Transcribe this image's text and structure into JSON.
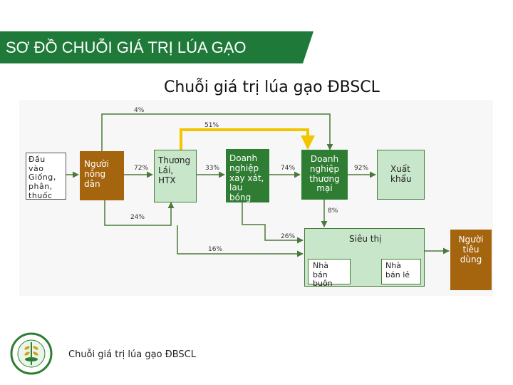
{
  "header": {
    "title": "SƠ ĐỒ CHUỖI GIÁ TRỊ LÚA GẠO",
    "bg_color": "#1f7a3a"
  },
  "diagram_title": "Chuỗi giá trị lúa gạo ĐBSCL",
  "nodes": {
    "inputs": "Đầu vào Giống, phân, thuốc",
    "farmers": "Người nông dân",
    "traders": "Thương Lái, HTX",
    "millers": "Doanh nghiệp xay xát, lau bóng",
    "trading_companies": "Doanh nghiệp thương mại",
    "export": "Xuất khẩu",
    "supermarket": "Siêu thị",
    "wholesalers": "Nhà bán buôn",
    "retailers": "Nhà bán lẻ",
    "consumers": "Người tiêu dùng"
  },
  "flows": {
    "farmer_to_trading_co": "4%",
    "trader_to_trading_co": "51%",
    "farmer_to_trader": "72%",
    "trader_to_miller": "33%",
    "miller_to_trading_co": "74%",
    "trading_co_to_export": "92%",
    "trading_co_to_domestic": "8%",
    "farmer_to_domestic": "24%",
    "miller_to_domestic": "26%",
    "farmer_to_wholesale": "16%"
  },
  "footer": {
    "caption": "Chuỗi giá trị lúa gạo ĐBSCL"
  },
  "colors": {
    "dark_green": "#2e7d32",
    "light_green": "#c8e6c9",
    "brown": "#a5650f",
    "yellow": "#f2c500",
    "line": "#4a7a3a"
  }
}
